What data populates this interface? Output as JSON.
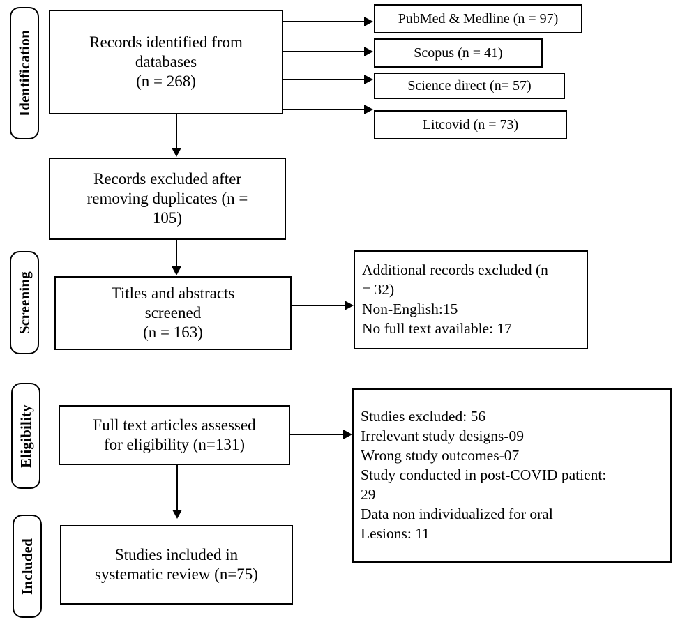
{
  "diagram": {
    "title": "PRISMA flow diagram",
    "type": "prisma-flow-chart",
    "colors": {
      "stroke": "#000000",
      "background": "#ffffff",
      "text": "#000000"
    }
  },
  "stages": [
    {
      "id": "identification",
      "label": "Identification"
    },
    {
      "id": "screening",
      "label": "Screening"
    },
    {
      "id": "eligibility",
      "label": "Eligibility"
    },
    {
      "id": "included",
      "label": "Included"
    }
  ],
  "boxes": {
    "records_identified": "Records identified from\ndatabases\n(n = 268)",
    "records_excluded_duplicates": "Records excluded after\nremoving duplicates (n =\n105)",
    "titles_abstracts": "Titles and abstracts\nscreened\n(n = 163)",
    "full_text_assessed": "Full text articles assessed\nfor eligibility (n=131)",
    "studies_included": "Studies included in\nsystematic review (n=75)",
    "additional_excluded": "Additional records excluded (n\n= 32)\nNon-English:15\nNo full text available: 17",
    "studies_excluded_detail": "Studies excluded: 56\nIrrelevant study designs-09\nWrong study outcomes-07\nStudy conducted in post-COVID patient:\n29\nData non individualized for oral\nLesions: 11"
  },
  "databases": [
    {
      "name": "PubMed & Medline",
      "label": "PubMed & Medline (n = 97)",
      "n": 97
    },
    {
      "name": "Scopus",
      "label": "Scopus (n = 41)",
      "n": 41
    },
    {
      "name": "Science direct",
      "label": "Science direct (n= 57)",
      "n": 57
    },
    {
      "name": "Litcovid",
      "label": "Litcovid (n = 73)",
      "n": 73
    }
  ],
  "counts": {
    "identified_total": 268,
    "duplicates_removed": 105,
    "screened": 163,
    "screening_excluded_total": 32,
    "non_english": 15,
    "no_full_text": 17,
    "full_text_assessed": 131,
    "studies_excluded_total": 56,
    "irrelevant_study_designs": 9,
    "wrong_study_outcomes": 7,
    "post_covid_patient": 29,
    "data_non_individualized_oral_lesions": 11,
    "included_total": 75
  }
}
